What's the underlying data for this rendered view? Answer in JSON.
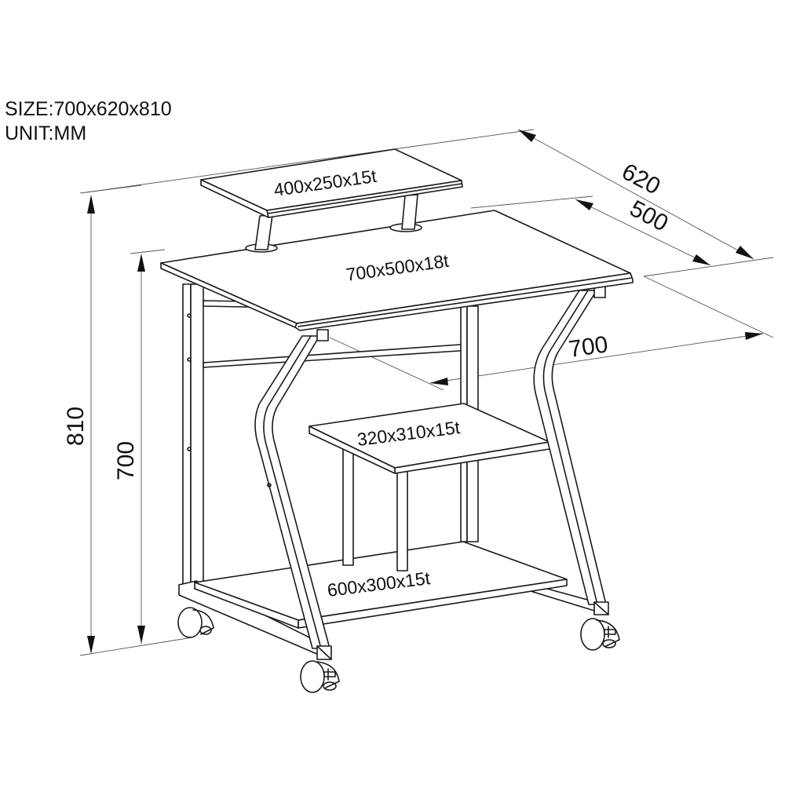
{
  "specs": {
    "size": "SIZE:700x620x810",
    "unit": "UNIT:MM"
  },
  "panels": {
    "monitor_shelf": "400x250x15t",
    "desktop": "700x500x18t",
    "middle_shelf": "320x310x15t",
    "bottom_shelf": "600x300x15t"
  },
  "dimensions": {
    "total_depth": "620",
    "desktop_depth": "500",
    "width": "700",
    "total_height": "810",
    "desktop_height": "700"
  },
  "colors": {
    "line": "#1a1a1a",
    "background": "#ffffff",
    "dimension_line": "#555555"
  }
}
